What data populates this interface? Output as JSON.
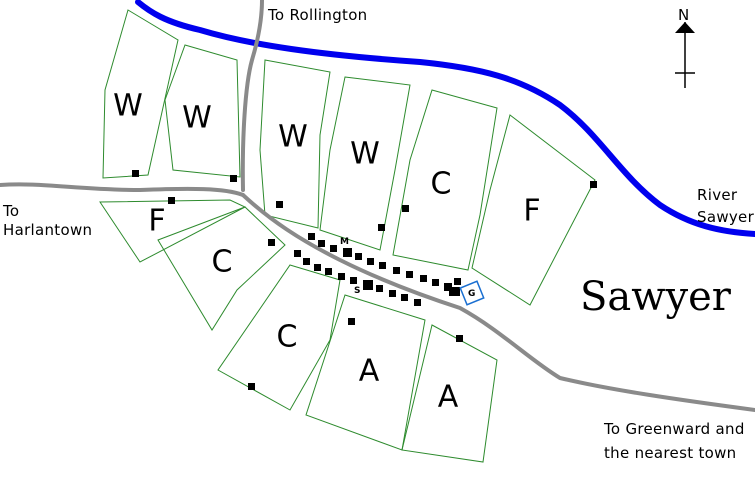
{
  "map": {
    "town_name": "Sawyer",
    "compass_label": "N",
    "road_labels": {
      "north": "To Rollington",
      "west": "To Harlantown",
      "southeast_line1": "To Greenward and",
      "southeast_line2": "the nearest town"
    },
    "river_label_line1": "River",
    "river_label_line2": "Sawyer",
    "fields": [
      {
        "letter": "W"
      },
      {
        "letter": "W"
      },
      {
        "letter": "W"
      },
      {
        "letter": "W"
      },
      {
        "letter": "C"
      },
      {
        "letter": "F"
      },
      {
        "letter": "F"
      },
      {
        "letter": "C"
      },
      {
        "letter": "C"
      },
      {
        "letter": "A"
      },
      {
        "letter": "A"
      }
    ],
    "markers": {
      "m": "M",
      "s": "S",
      "g": "G"
    },
    "colors": {
      "river": "#0000ee",
      "road": "#8a8a8a",
      "field_border": "#2e8b2e"
    }
  }
}
